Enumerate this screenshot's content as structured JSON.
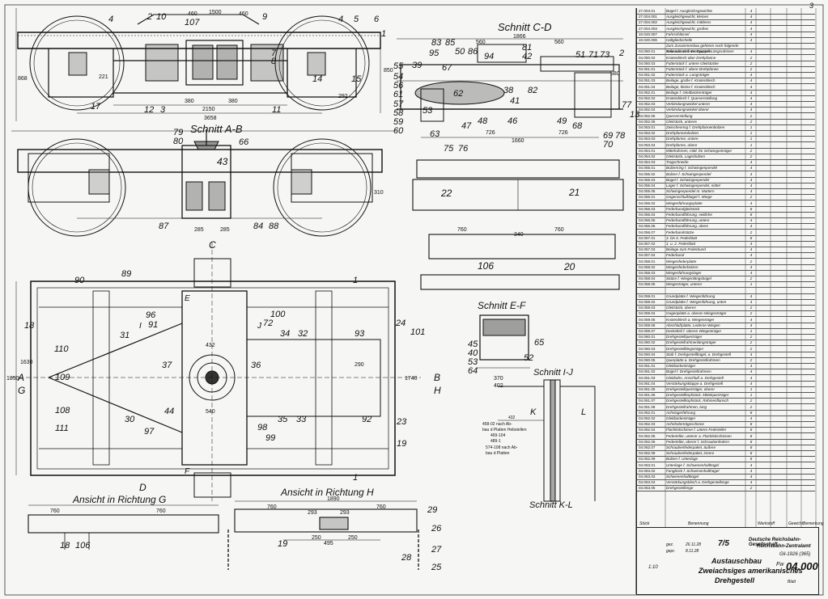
{
  "sheet": {
    "page_number": "3"
  },
  "sections": {
    "cd": "Schnitt C-D",
    "ab": "Schnitt A-B",
    "ef": "Schnitt E-F",
    "ij": "Schnitt I-J",
    "kl": "Schnitt K-L",
    "view_g": "Ansicht in Richtung G",
    "view_h": "Ansicht in Richtung H"
  },
  "section_marks": {
    "c_top": "C",
    "d_bottom": "D",
    "a": "A",
    "g": "G",
    "b": "B",
    "h": "H",
    "e": "E",
    "f": "F",
    "i": "I",
    "j": "J",
    "k": "K",
    "l": "L"
  },
  "part_numbers": {
    "top": [
      "2",
      "10",
      "107",
      "9",
      "4",
      "4",
      "5",
      "6",
      "1",
      "7",
      "8",
      "3",
      "12",
      "11",
      "17",
      "14",
      "15"
    ],
    "ab": [
      "79",
      "80",
      "66",
      "43",
      "87",
      "84",
      "88"
    ],
    "cd": [
      "83",
      "85",
      "50",
      "86",
      "94",
      "81",
      "42",
      "51",
      "71",
      "73",
      "2",
      "39",
      "95",
      "67",
      "55",
      "54",
      "56",
      "61",
      "57",
      "58",
      "59",
      "60",
      "53",
      "62",
      "38",
      "41",
      "82",
      "63",
      "47",
      "48",
      "46",
      "49",
      "68",
      "77",
      "13",
      "69",
      "70",
      "78",
      "75",
      "76"
    ],
    "plan": [
      "89",
      "90",
      "1",
      "100",
      "96",
      "91",
      "72",
      "18",
      "31",
      "34",
      "32",
      "93",
      "24",
      "101",
      "110",
      "37",
      "36",
      "109",
      "108",
      "30",
      "44",
      "35",
      "33",
      "92",
      "23",
      "111",
      "97",
      "98",
      "99",
      "19",
      "1"
    ],
    "beams": [
      "22",
      "21",
      "106",
      "20"
    ],
    "ef": [
      "45",
      "40",
      "53",
      "64",
      "65",
      "52"
    ],
    "views": [
      "18",
      "106",
      "19",
      "29",
      "26",
      "27",
      "28",
      "25"
    ]
  },
  "dimensions": {
    "top": [
      "460",
      "1500",
      "460",
      "221",
      "292",
      "380",
      "380",
      "2150",
      "868",
      "850"
    ],
    "ab": [
      "3658",
      "285",
      "285",
      "310"
    ],
    "cd": [
      "1866",
      "560",
      "560",
      "726",
      "726",
      "1660",
      "580"
    ],
    "plan": [
      "432",
      "540",
      "1630",
      "1850",
      "290",
      "1740"
    ],
    "beams": [
      "760",
      "340",
      "760"
    ],
    "ef": [
      "370",
      "402"
    ],
    "ij": [
      "458-02 nach Ab-",
      "bau d Platten Hebstellen",
      "469-104",
      "489-1",
      "574-108 nach Ab-",
      "bau d Platten",
      "432"
    ],
    "views": [
      "1890",
      "760",
      "760",
      "293",
      "293",
      "250",
      "250",
      "495",
      "760",
      "760"
    ]
  },
  "parts_list": [
    {
      "no": "27.004.01",
      "name": "Bügel f. Ausgleichsgewichte",
      "mark": "4"
    },
    {
      "no": "27.004.001",
      "name": "Ausgleichgewicht, kleines",
      "mark": "4"
    },
    {
      "no": "27.004.002",
      "name": "Ausgleichgewicht, mittleres",
      "mark": "4"
    },
    {
      "no": "27.004.003",
      "name": "Ausgleichgewicht, großes",
      "mark": "4"
    },
    {
      "no": "10.020.007",
      "name": "Fahrschlüssel",
      "mark": "4"
    },
    {
      "no": "10.020.006",
      "name": "Haltgliedschelle",
      "mark": "4"
    },
    {
      "no": "",
      "name": "Zum Zusammenbau gehören noch folgende Teile aus anderen Gruppen",
      "mark": ""
    },
    {
      "no": "04.050.01",
      "name": "Knotenblech f. Drehgestell-Längsrahmen",
      "mark": "4"
    },
    {
      "no": "04.050.02",
      "name": "Knotenblech über Drehpfanne",
      "mark": "2"
    },
    {
      "no": "04.050.03",
      "name": "Futterstück f. untere Gleitstücke",
      "mark": "2"
    },
    {
      "no": "04.051.01",
      "name": "Futterstück f. obere Drehpfanne",
      "mark": "2"
    },
    {
      "no": "04.051.02",
      "name": "Futterstück a. Langsträger",
      "mark": "4"
    },
    {
      "no": "04.051.03",
      "name": "Beilage, große f. Knotenblech",
      "mark": "4"
    },
    {
      "no": "04.051.04",
      "name": "Beilage, kleine f. Knotenblech",
      "mark": "4"
    },
    {
      "no": "04.052.01",
      "name": "Beilage f. Gleitbackenträger",
      "mark": "4"
    },
    {
      "no": "04.052.02",
      "name": "Knotenblech f. Querverstellung",
      "mark": "4"
    },
    {
      "no": "04.052.03",
      "name": "Verbindungswinkel unterer",
      "mark": "4"
    },
    {
      "no": "04.052.04",
      "name": "Verbindungswinkel oberer",
      "mark": "4"
    },
    {
      "no": "04.052.05",
      "name": "Querverstellung",
      "mark": "2"
    },
    {
      "no": "04.052.06",
      "name": "Gleitstück, unteres",
      "mark": "2"
    },
    {
      "no": "04.053.01",
      "name": "Zwischenring f. Drehpfannenbolzen",
      "mark": "1"
    },
    {
      "no": "04.053.02",
      "name": "Drehpfannenbolzen",
      "mark": "1"
    },
    {
      "no": "04.053.03",
      "name": "Drehpfanne, untere",
      "mark": "1"
    },
    {
      "no": "04.053.04",
      "name": "Drehpfanne, obere",
      "mark": "1"
    },
    {
      "no": "04.054.01",
      "name": "Mittelrahmen, mittl. für Schwingenträger",
      "mark": "2"
    },
    {
      "no": "04.054.02",
      "name": "Gleitstück, Lagerbolzen",
      "mark": "2"
    },
    {
      "no": "04.054.03",
      "name": "Tragschneide",
      "mark": "4"
    },
    {
      "no": "04.055.01",
      "name": "Bolzenring f. Schwingenpendel",
      "mark": "4"
    },
    {
      "no": "04.055.02",
      "name": "Bolzen f. Schwingenpendel",
      "mark": "4"
    },
    {
      "no": "04.055.03",
      "name": "Bügel f. Schwingenpendel",
      "mark": "4"
    },
    {
      "no": "04.055.04",
      "name": "Lager f. Schwingenpendel, mittel",
      "mark": "4"
    },
    {
      "no": "04.055.05",
      "name": "Schwingenpendel m. Muttern",
      "mark": "4"
    },
    {
      "no": "04.056.01",
      "name": "Gegenschlußbügel f. Wiege",
      "mark": "2"
    },
    {
      "no": "04.056.02",
      "name": "Wiegenführungsplatte",
      "mark": "4"
    },
    {
      "no": "04.056.03",
      "name": "Federbundgleitstück",
      "mark": "8"
    },
    {
      "no": "04.056.04",
      "name": "Federbundführung, seitliche",
      "mark": "8"
    },
    {
      "no": "04.056.05",
      "name": "Federbundführung, untere",
      "mark": "4"
    },
    {
      "no": "04.056.06",
      "name": "Federbundführung, obere",
      "mark": "4"
    },
    {
      "no": "04.056.07",
      "name": "Federbandstütze",
      "mark": "2"
    },
    {
      "no": "04.057.01",
      "name": "3. bis 6. Federblatt",
      "mark": "8"
    },
    {
      "no": "04.057.02",
      "name": "1. u. 2. Federblatt",
      "mark": "4"
    },
    {
      "no": "04.057.03",
      "name": "Beilage zum Federbund",
      "mark": "4"
    },
    {
      "no": "04.057.04",
      "name": "Federbund",
      "mark": "4"
    },
    {
      "no": "04.058.01",
      "name": "Wiegenfederplatte",
      "mark": "2"
    },
    {
      "no": "04.058.02",
      "name": "Wiegenfederbolzen",
      "mark": "4"
    },
    {
      "no": "04.058.03",
      "name": "Wiegenführungslager",
      "mark": "4"
    },
    {
      "no": "04.058.04",
      "name": "Stütze f. Wiegenlängsbügel",
      "mark": "2"
    },
    {
      "no": "04.058.05",
      "name": "Wiegenträger, unterer",
      "mark": "1"
    },
    {
      "no": "",
      "name": "",
      "mark": ""
    },
    {
      "no": "04.059.01",
      "name": "Grundplatte f. Wiegenführung",
      "mark": "4"
    },
    {
      "no": "04.059.02",
      "name": "Grundplatte f. Wiegenführung, unten",
      "mark": "4"
    },
    {
      "no": "04.059.03",
      "name": "Gleitstück, oberes",
      "mark": "2"
    },
    {
      "no": "04.059.04",
      "name": "Gegenplatte a. oberen Wiegenträger",
      "mark": "2"
    },
    {
      "no": "04.059.05",
      "name": "Knotenblech a. Wiegenträger",
      "mark": "4"
    },
    {
      "no": "04.059.06",
      "name": "Abschlußplatte, Lederne Wiegen",
      "mark": "4"
    },
    {
      "no": "04.059.07",
      "name": "Deckelteil f. oberen Wiegenträger",
      "mark": "1"
    },
    {
      "no": "04.060.01",
      "name": "Drehgestellquerträger",
      "mark": "2"
    },
    {
      "no": "04.060.02",
      "name": "Drehgestellrahmenlängsträger",
      "mark": "2"
    },
    {
      "no": "04.060.03",
      "name": "Drehgestelllängsträger",
      "mark": "2"
    },
    {
      "no": "04.060.04",
      "name": "Stab f. Drehgestellbügel, a. Drehgestell",
      "mark": "4"
    },
    {
      "no": "04.060.05",
      "name": "Querplatte a. Drehgestellrahmen",
      "mark": "2"
    },
    {
      "no": "04.061.01",
      "name": "Gleitbackenträger",
      "mark": "4"
    },
    {
      "no": "04.061.02",
      "name": "Bügel f. Drehgestellrahmen",
      "mark": "4"
    },
    {
      "no": "04.061.03",
      "name": "Gleitbahn, Anschluß a. Drehgestell",
      "mark": "4"
    },
    {
      "no": "04.061.04",
      "name": "Verstärkungsklappe a. Drehgestell",
      "mark": "4"
    },
    {
      "no": "04.061.05",
      "name": "Drehgestellquerträger, oberer",
      "mark": "1"
    },
    {
      "no": "04.061.06",
      "name": "Drehgestellkopfstück, Mittelquerträger",
      "mark": "1"
    },
    {
      "no": "04.061.07",
      "name": "Drehgestellkopfstück, Rahmenflansch",
      "mark": "2"
    },
    {
      "no": "04.061.08",
      "name": "Drehgestellrahmen, lang",
      "mark": "2"
    },
    {
      "no": "04.062.01",
      "name": "Achslagerführung",
      "mark": "8"
    },
    {
      "no": "04.062.02",
      "name": "Gleitbackenträger",
      "mark": "4"
    },
    {
      "no": "04.062.03",
      "name": "Achsfederträgeschiene",
      "mark": "8"
    },
    {
      "no": "04.062.04",
      "name": "Flachleitschiene f. untere Federteller",
      "mark": "8"
    },
    {
      "no": "04.062.05",
      "name": "Federteller, unterer a. Flachleitschienen",
      "mark": "8"
    },
    {
      "no": "04.062.06",
      "name": "Federteller, oberer f. Schraubenfedern",
      "mark": "8"
    },
    {
      "no": "04.062.07",
      "name": "Schraubenfederpaket, äußere",
      "mark": "8"
    },
    {
      "no": "04.062.08",
      "name": "Schraubenfederpaket, innere",
      "mark": "8"
    },
    {
      "no": "04.062.09",
      "name": "Bolzen f. Unterlage",
      "mark": "8"
    },
    {
      "no": "04.063.01",
      "name": "Unterlage f. Schwenenhalthügel",
      "mark": "4"
    },
    {
      "no": "04.063.02",
      "name": "Fangbock f. Schwenenhalthügel",
      "mark": "4"
    },
    {
      "no": "04.063.03",
      "name": "Schwenenhaltbügel",
      "mark": "4"
    },
    {
      "no": "04.063.04",
      "name": "Verstärkungsblech a. Drehgestellenge",
      "mark": "4"
    },
    {
      "no": "04.063.05",
      "name": "Drehgestellenge",
      "mark": "2"
    }
  ],
  "parts_columns": {
    "stueck": "Stück",
    "benennung": "Benennung",
    "werkstoff": "Werkstoff",
    "gewicht": "Gewicht",
    "bemerkung": "Bemerkung"
  },
  "title_block": {
    "company_line1": "Deutsche Reichsbahn-Gesellschaft",
    "company_line2": "Reichsbahn-Zentralamt",
    "title1": "Austauschbau",
    "title2": "Zweiachsiges amerikanisches",
    "title3": "Drehgestell",
    "drawing_prefix": "Fw",
    "drawing_no": "04.000",
    "date_note": "Gil-1926 (365)",
    "scale": "1:10",
    "sheet_mark": "7/5",
    "gez": "gez.",
    "gepr": "gepr.",
    "date1": "26.11.28",
    "date2": "8.11.28",
    "blatt": "Blatt"
  }
}
